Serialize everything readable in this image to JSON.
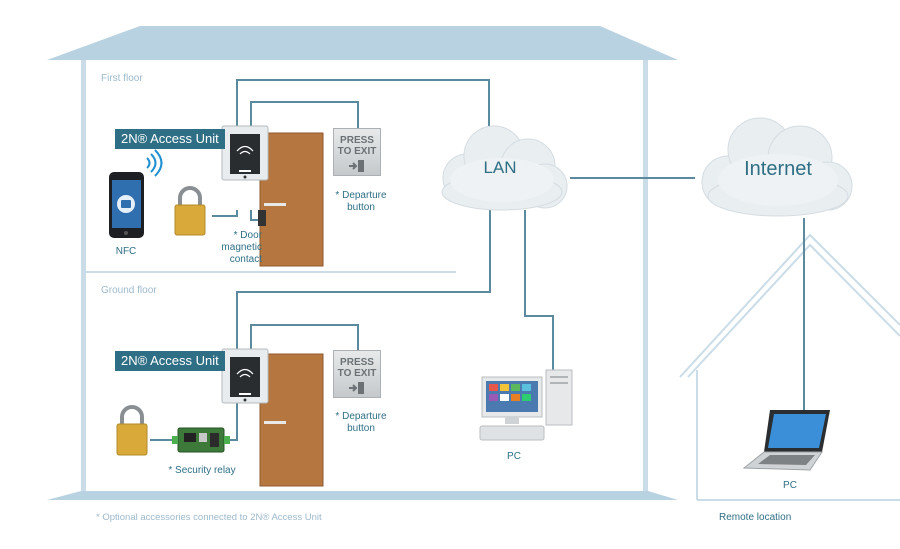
{
  "floors": {
    "first": "First floor",
    "ground": "Ground floor"
  },
  "access_unit": {
    "label_first": "2N® Access Unit",
    "label_ground": "2N® Access Unit"
  },
  "departure_button": {
    "press_line1": "PRESS",
    "press_line2": "TO EXIT",
    "label_first": "* Departure button",
    "label_ground": "* Departure button"
  },
  "labels": {
    "nfc": "NFC",
    "door_contact": "* Door magnetic contact",
    "security_relay": "* Security relay",
    "pc_local": "PC",
    "pc_remote": "PC",
    "remote_location": "Remote location"
  },
  "network": {
    "lan": "LAN",
    "internet": "Internet"
  },
  "footnote": "* Optional accessories connected to 2N® Access Unit",
  "colors": {
    "line": "#5b8a9f",
    "roof": "#b8d2e2",
    "wall": "#c9dce8",
    "label_bg": "#2f6f85",
    "door": "#b5763f",
    "floor_label": "#9db9cc"
  }
}
